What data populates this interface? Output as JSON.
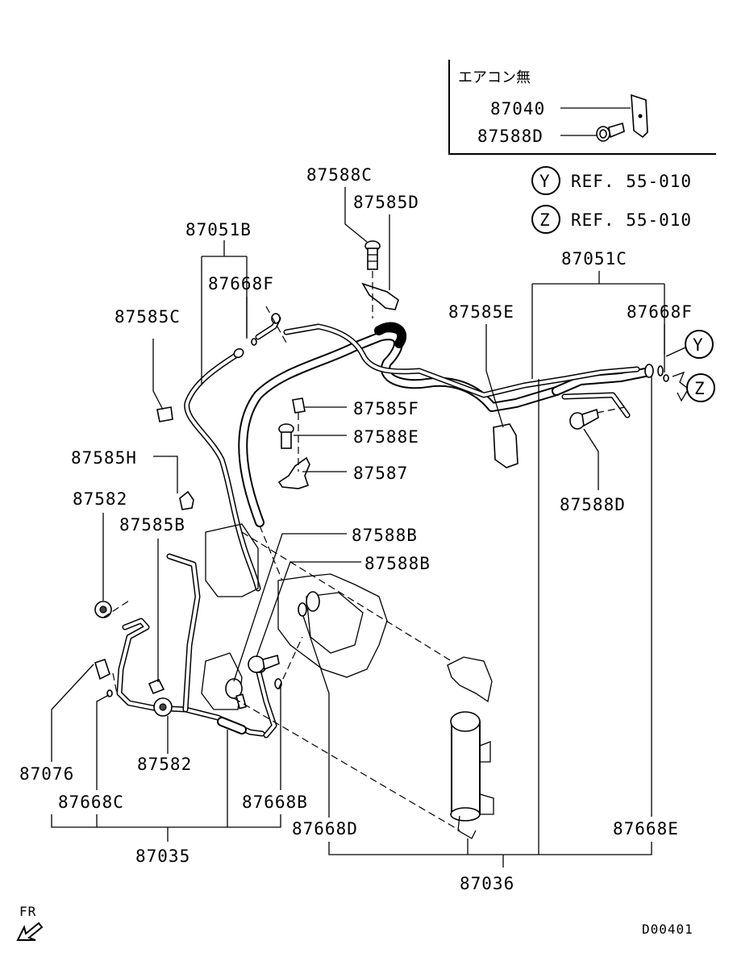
{
  "inset": {
    "title": "エアコン無",
    "parts": [
      "87040",
      "87588D"
    ]
  },
  "refs": [
    {
      "letter": "Y",
      "text": "REF. 55-010"
    },
    {
      "letter": "Z",
      "text": "REF. 55-010"
    }
  ],
  "callouts": {
    "p87588C": "87588C",
    "p87585D": "87585D",
    "p87051B": "87051B",
    "p87668F_left": "87668F",
    "p87585C": "87585C",
    "p87051C": "87051C",
    "p87585E": "87585E",
    "p87668F_right": "87668F",
    "p87585F": "87585F",
    "p87588E": "87588E",
    "p87587": "87587",
    "p87588D": "87588D",
    "p87585H": "87585H",
    "p87582_top": "87582",
    "p87585B": "87585B",
    "p87588B_1": "87588B",
    "p87588B_2": "87588B",
    "p87076": "87076",
    "p87582_bottom": "87582",
    "p87668C": "87668C",
    "p87668B": "87668B",
    "p87668D": "87668D",
    "p87668E": "87668E",
    "p87035": "87035",
    "p87036": "87036"
  },
  "connectors": {
    "y": "Y",
    "z": "Z"
  },
  "footer": {
    "direction": "FR",
    "code": "D00401"
  }
}
